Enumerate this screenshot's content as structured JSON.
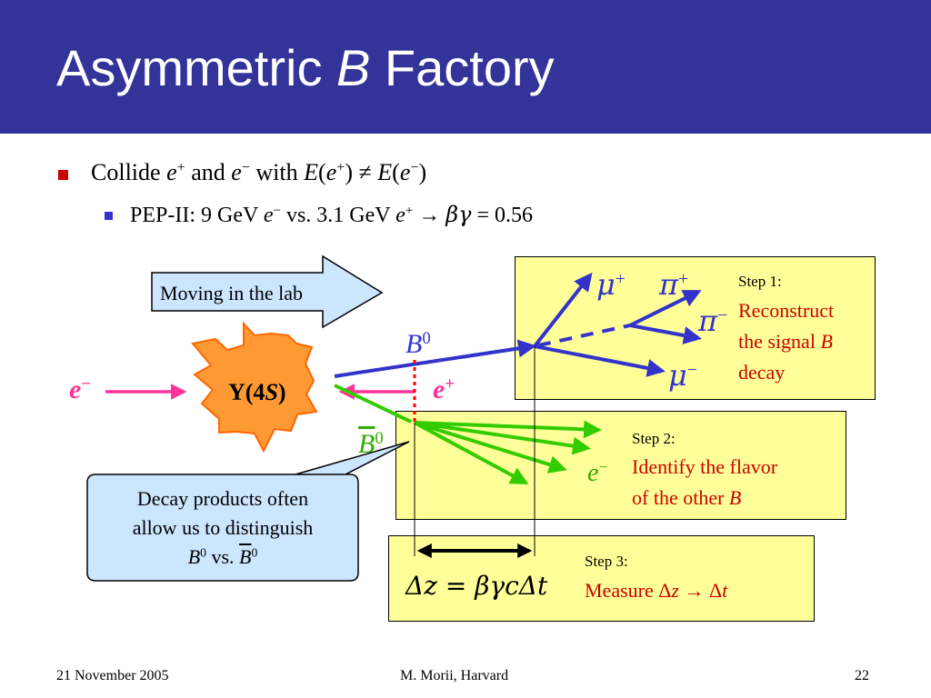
{
  "title": {
    "prefix": "Asymmetric ",
    "italic": "B",
    "suffix": " Factory"
  },
  "bullets": {
    "b1": {
      "word1": "Collide ",
      "e1": "e",
      "sup1": "+",
      "and": " and ",
      "e2": "e",
      "sup2": "−",
      "with": " with ",
      "E1": "E",
      "p1": "(",
      "e3": "e",
      "sup3": "+",
      "p2": ") ≠ ",
      "E2": "E",
      "p3": "(",
      "e4": "e",
      "sup4": "−",
      "p4": ")"
    },
    "b2": {
      "lead": "PEP-II: 9 GeV ",
      "e1": "e",
      "sup1": "−",
      "mid": " vs. 3.1 GeV ",
      "e2": "e",
      "sup2": "+",
      "arrow": " → ",
      "bg": "βγ",
      "eq": " = 0.56"
    }
  },
  "diagram": {
    "moving_label": "Moving in the lab",
    "upsilon": {
      "pre": "Υ(4",
      "S": "S",
      "post": ")"
    },
    "e_minus": {
      "e": "e",
      "sup": "−"
    },
    "e_plus": {
      "e": "e",
      "sup": "+"
    },
    "b0": {
      "B": "B",
      "sup": "0"
    },
    "b0bar": {
      "B": "B",
      "sup": "0"
    },
    "mu_plus": {
      "sym": "μ",
      "sup": "+"
    },
    "mu_minus": {
      "sym": "μ",
      "sup": "−"
    },
    "pi_plus": {
      "sym": "π",
      "sup": "+"
    },
    "pi_minus": {
      "sym": "π",
      "sup": "−"
    },
    "e_minus_tag": {
      "e": "e",
      "sup": "−"
    },
    "dz_formula": "Δz = βγcΔt",
    "callout": {
      "l1": "Decay products often",
      "l2": "allow us to distinguish",
      "B1": "B",
      "s1": "0",
      "vs": " vs. ",
      "B2": "B",
      "s2": "0"
    },
    "step1": {
      "head": "Step 1:",
      "l1": "Reconstruct",
      "l2": "the signal ",
      "l2b": "B",
      "l3": "decay"
    },
    "step2": {
      "head": "Step 2:",
      "l1": "Identify the flavor",
      "l2": "of the other ",
      "l2b": "B"
    },
    "step3": {
      "head": "Step 3:",
      "l1": "Measure Δ",
      "z": "z",
      "arrow": " → ",
      "dt": "Δ",
      "t": "t"
    }
  },
  "footer": {
    "date": "21 November 2005",
    "author": "M. Morii, Harvard",
    "page": "22"
  },
  "colors": {
    "title_bg": "#333399",
    "track_blue": "#3333cc",
    "track_green": "#33cc00",
    "beam_pink": "#ff3399",
    "star_orange": "#ff9933",
    "box_yellow": "#ffff99",
    "callout_blue": "#cce6ff",
    "red_text": "#cc0000"
  }
}
